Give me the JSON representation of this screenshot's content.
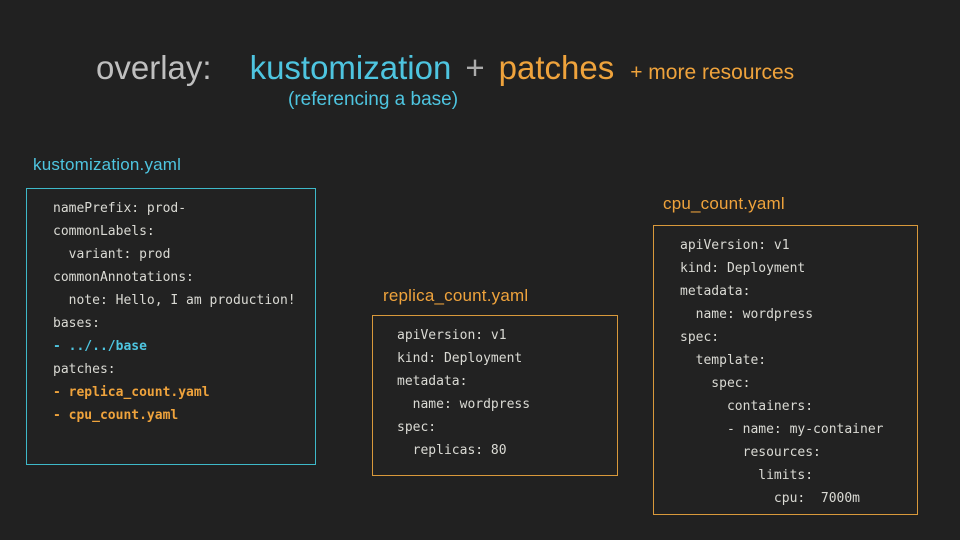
{
  "slide": {
    "colors": {
      "background": "#212121",
      "cyan_accent": "#4EC5E0",
      "orange_accent": "#EFA33C",
      "gray_text": "#BFBFBF",
      "code_text": "#DADAD4"
    },
    "title": {
      "overlay": "overlay:",
      "kustomization": "kustomization",
      "plus": "+",
      "patches": "patches",
      "more_resources": "+ more resources",
      "subtitle": "(referencing a base)"
    },
    "boxes": [
      {
        "label": "kustomization.yaml",
        "accent": "#4EC5E0",
        "lines": [
          {
            "text": "namePrefix: prod-"
          },
          {
            "text": "commonLabels:"
          },
          {
            "text": "  variant: prod"
          },
          {
            "text": "commonAnnotations:"
          },
          {
            "text": "  note: Hello, I am production!"
          },
          {
            "text": "bases:"
          },
          {
            "text": "- ../../base",
            "highlight": "cyan"
          },
          {
            "text": "patches:"
          },
          {
            "text": "- replica_count.yaml",
            "highlight": "orange"
          },
          {
            "text": "- cpu_count.yaml",
            "highlight": "orange"
          }
        ]
      },
      {
        "label": "replica_count.yaml",
        "accent": "#EFA33C",
        "lines": [
          {
            "text": "apiVersion: v1"
          },
          {
            "text": "kind: Deployment"
          },
          {
            "text": "metadata:"
          },
          {
            "text": "  name: wordpress"
          },
          {
            "text": "spec:"
          },
          {
            "text": "  replicas: 80"
          }
        ]
      },
      {
        "label": "cpu_count.yaml",
        "accent": "#EFA33C",
        "lines": [
          {
            "text": "apiVersion: v1"
          },
          {
            "text": "kind: Deployment"
          },
          {
            "text": "metadata:"
          },
          {
            "text": "  name: wordpress"
          },
          {
            "text": "spec:"
          },
          {
            "text": "  template:"
          },
          {
            "text": "    spec:"
          },
          {
            "text": "      containers:"
          },
          {
            "text": "      - name: my-container"
          },
          {
            "text": "        resources:"
          },
          {
            "text": "          limits:"
          },
          {
            "text": "            cpu:  7000m"
          }
        ]
      }
    ]
  }
}
